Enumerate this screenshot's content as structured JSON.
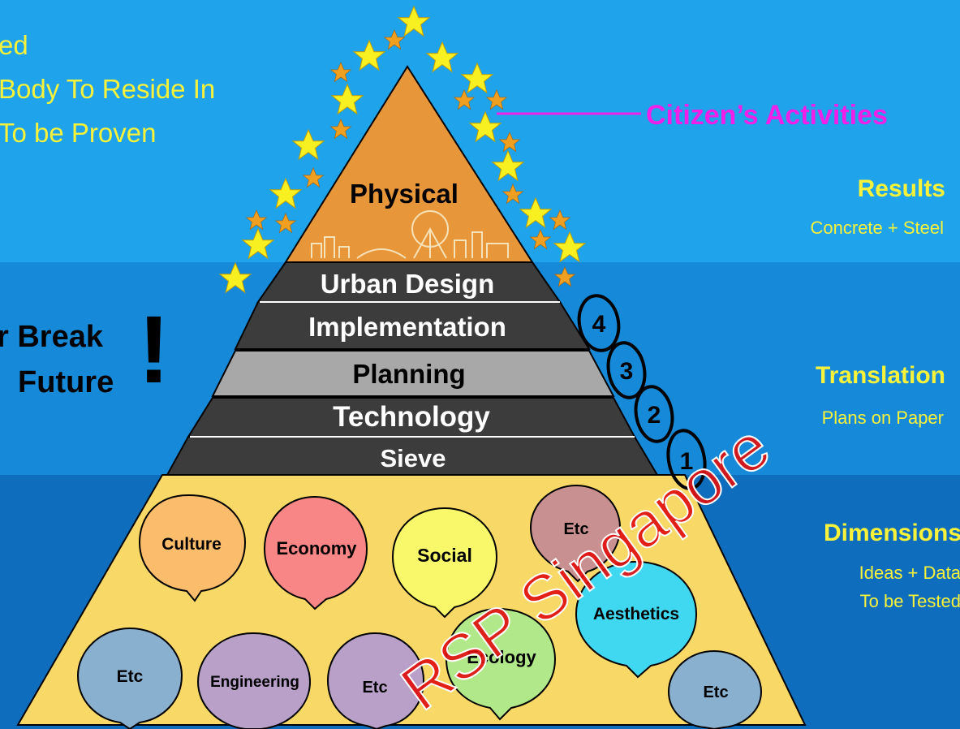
{
  "left_notes": {
    "line1": "ed",
    "line2": "Body To Reside In",
    "line3": "To be Proven"
  },
  "left_slogan": {
    "line1": "r Break",
    "line2": "Future",
    "exclaim": "!"
  },
  "callout": "Citizen’s Activities",
  "right_labels": {
    "results_title": "Results",
    "results_sub": "Concrete + Steel",
    "translation_title": "Translation",
    "translation_sub": "Plans on Paper",
    "dimensions_title": "Dimensions",
    "dimensions_sub1": "Ideas + Data",
    "dimensions_sub2": "To be Tested"
  },
  "pyramid": {
    "apex_label": "Physical",
    "layers": [
      "Urban Design",
      "Implementation",
      "Planning",
      "Technology",
      "Sieve"
    ]
  },
  "steps": [
    "4",
    "3",
    "2",
    "1"
  ],
  "bubbles": [
    "Culture",
    "Economy",
    "Social",
    "Etc",
    "Aesthetics",
    "Etc",
    "Engineering",
    "Etc",
    "Ecology",
    "Etc"
  ],
  "watermark": "RSP Singapore",
  "colors": {
    "background_top": "#1fa3ea",
    "background_mid": "#168ad8",
    "background_bottom": "#0e6ebd",
    "apex": "#e8963a",
    "base": "#f8d866",
    "callout": "#f020e8",
    "stars": "#f8f020"
  }
}
